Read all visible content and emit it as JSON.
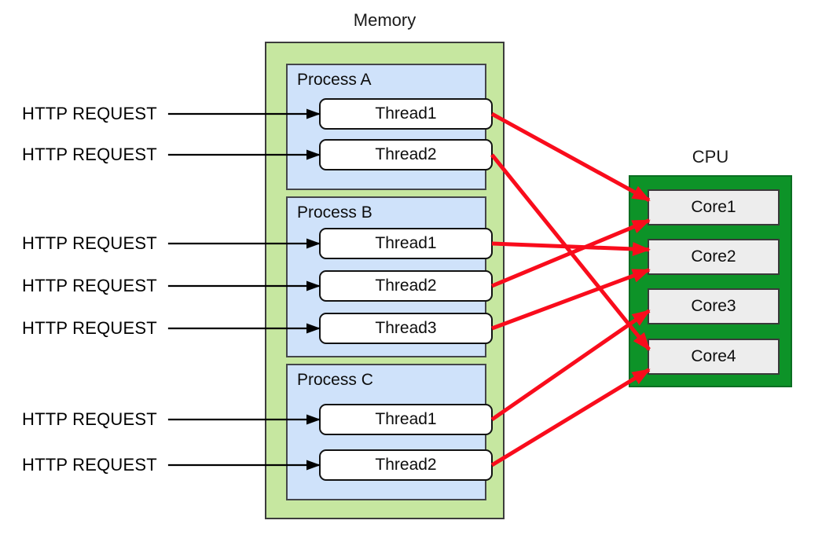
{
  "diagram": {
    "memory": {
      "title": "Memory",
      "processes": [
        {
          "name": "Process A",
          "threads": [
            {
              "id": "A.T1",
              "label": "Thread1"
            },
            {
              "id": "A.T2",
              "label": "Thread2"
            }
          ]
        },
        {
          "name": "Process B",
          "threads": [
            {
              "id": "B.T1",
              "label": "Thread1"
            },
            {
              "id": "B.T2",
              "label": "Thread2"
            },
            {
              "id": "B.T3",
              "label": "Thread3"
            }
          ]
        },
        {
          "name": "Process C",
          "threads": [
            {
              "id": "C.T1",
              "label": "Thread1"
            },
            {
              "id": "C.T2",
              "label": "Thread2"
            }
          ]
        }
      ]
    },
    "cpu": {
      "title": "CPU",
      "cores": [
        {
          "id": "Core1",
          "label": "Core1"
        },
        {
          "id": "Core2",
          "label": "Core2"
        },
        {
          "id": "Core3",
          "label": "Core3"
        },
        {
          "id": "Core4",
          "label": "Core4"
        }
      ]
    },
    "http_requests": [
      {
        "label": "HTTP REQUEST",
        "target": "A.T1"
      },
      {
        "label": "HTTP REQUEST",
        "target": "A.T2"
      },
      {
        "label": "HTTP REQUEST",
        "target": "B.T1"
      },
      {
        "label": "HTTP REQUEST",
        "target": "B.T2"
      },
      {
        "label": "HTTP REQUEST",
        "target": "B.T3"
      },
      {
        "label": "HTTP REQUEST",
        "target": "C.T1"
      },
      {
        "label": "HTTP REQUEST",
        "target": "C.T2"
      }
    ],
    "thread_to_core": [
      {
        "from": "A.T1",
        "to": "Core1"
      },
      {
        "from": "A.T2",
        "to": "Core4"
      },
      {
        "from": "B.T1",
        "to": "Core2"
      },
      {
        "from": "B.T2",
        "to": "Core1"
      },
      {
        "from": "B.T3",
        "to": "Core2"
      },
      {
        "from": "C.T1",
        "to": "Core3"
      },
      {
        "from": "C.T2",
        "to": "Core4"
      }
    ],
    "colors": {
      "memory_fill": "#c6e7a0",
      "memory_border": "#3c3c3c",
      "process_fill": "#cfe2fa",
      "process_border": "#44464a",
      "thread_fill": "#ffffff",
      "thread_border": "#121212",
      "cpu_fill": "#0d9328",
      "cpu_border": "#0b6e22",
      "core_fill": "#ededed",
      "core_border": "#3a3a3a",
      "request_arrow": "#000000",
      "mapping_arrow": "#f90c1c"
    }
  }
}
